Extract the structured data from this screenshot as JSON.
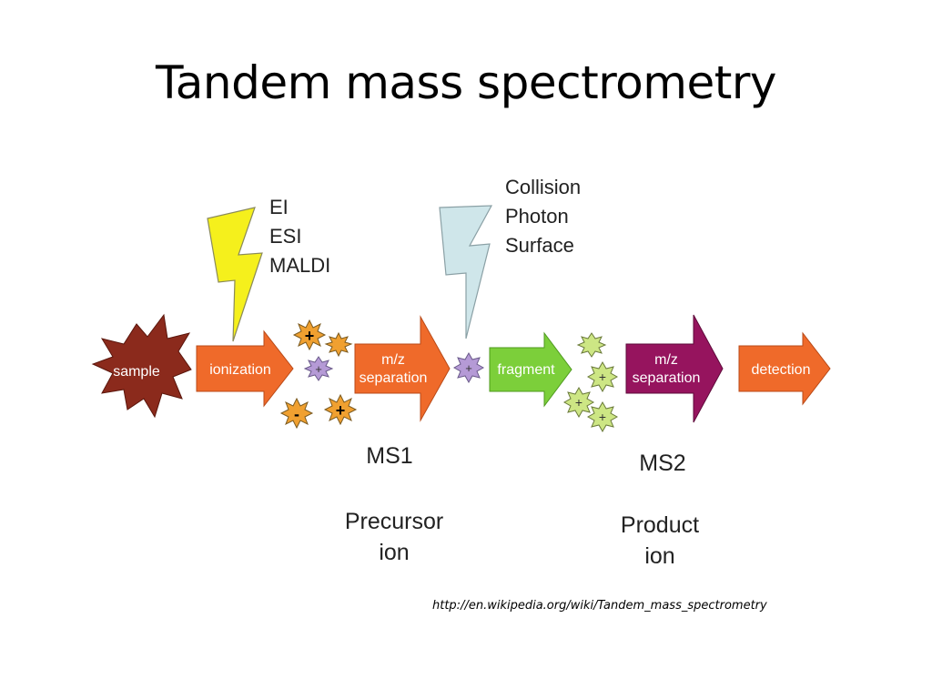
{
  "title": "Tandem mass spectrometry",
  "source_url": "http://en.wikipedia.org/wiki/Tandem_mass_spectrometry",
  "ionization_methods": [
    "EI",
    "ESI",
    "MALDI"
  ],
  "activation_methods": [
    "Collision",
    "Photon",
    "Surface"
  ],
  "steps": {
    "sample": "sample",
    "ionization": "ionization",
    "separation1": [
      "m/z",
      "separation"
    ],
    "fragment": "fragment",
    "separation2": [
      "m/z",
      "separation"
    ],
    "detection": "detection"
  },
  "stages": {
    "ms1_label": "MS1",
    "ms1_ion": [
      "Precursor",
      "ion"
    ],
    "ms2_label": "MS2",
    "ms2_ion": [
      "Product",
      "ion"
    ]
  },
  "colors": {
    "sample": "#8b2a1c",
    "arrow_orange": "#ef6a2a",
    "arrow_green": "#7ccf3a",
    "arrow_purple": "#96145e",
    "bolt_yellow": "#f5f01c",
    "bolt_blue": "#cfe6ea",
    "ion_orange": "#f0a030",
    "ion_purple": "#b59ad6",
    "ion_green": "#cde684"
  },
  "ion_symbols": {
    "positive": "+",
    "negative": "-"
  }
}
